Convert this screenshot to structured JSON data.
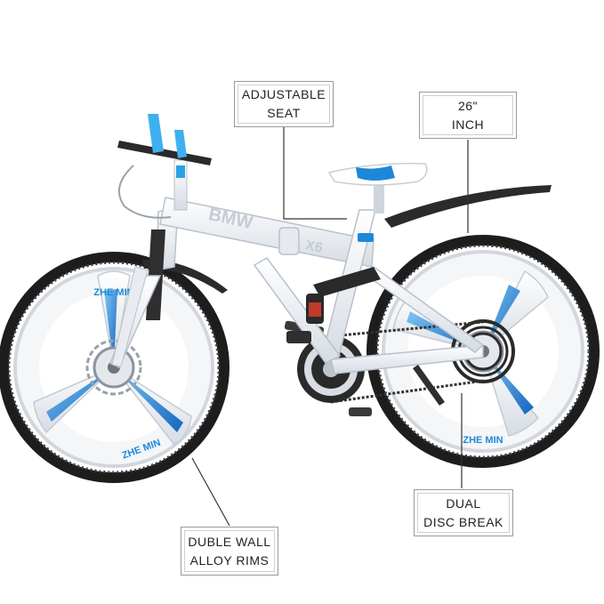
{
  "product": {
    "brand_mark": "BMW",
    "model_mark": "X6",
    "wheel_lettering": "ZHE MIN",
    "frame_color": "#f2f4f7",
    "accent_color": "#1e88d8"
  },
  "callouts": {
    "seat": {
      "line1": "ADJUSTABLE",
      "line2": "SEAT"
    },
    "size": {
      "line1": "26\"",
      "line2": "INCH"
    },
    "disc": {
      "line1": "DUAL",
      "line2": "DISC BREAK"
    },
    "rims": {
      "line1": "DUBLE WALL",
      "line2": "ALLOY RIMS"
    }
  }
}
